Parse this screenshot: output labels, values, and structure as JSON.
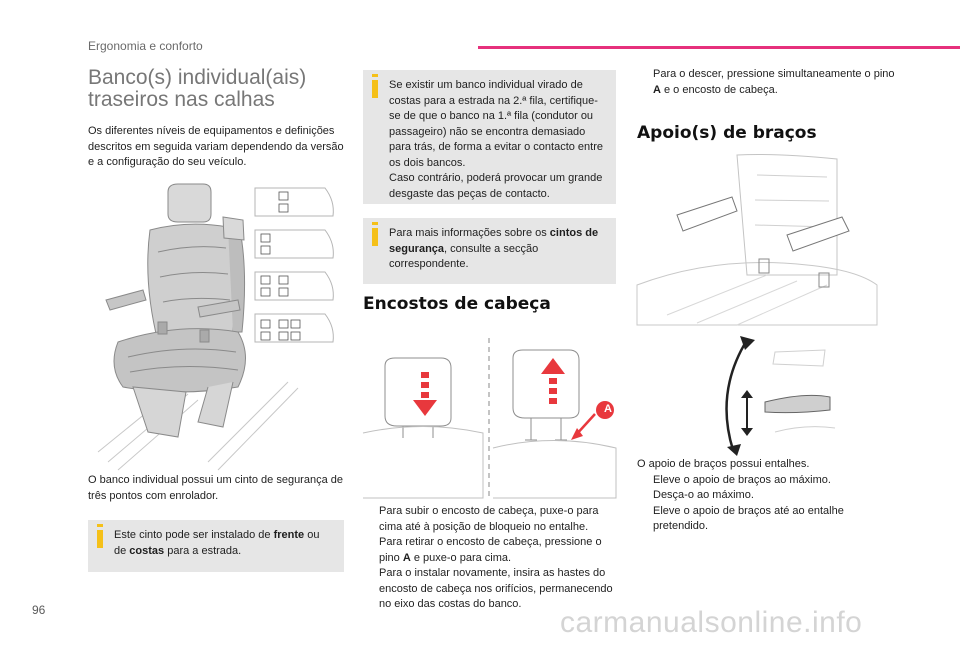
{
  "header": {
    "section": "Ergonomia e conforto",
    "page_number": "96"
  },
  "left": {
    "title_line1": "Banco(s) individual(ais)",
    "title_line2": "traseiros nas calhas",
    "intro": "Os diferentes níveis de equipamentos e definições descritos em seguida variam dependendo da versão e a configuração do seu veículo.",
    "belt_text": "O banco individual possui um cinto de segurança de três pontos com enrolador.",
    "note_prefix": "Este cinto pode ser instalado de ",
    "note_b1": "frente",
    "note_mid": " ou de ",
    "note_b2": "costas",
    "note_suffix": " para a estrada."
  },
  "middle": {
    "note1": "Se existir um banco individual virado de costas para a estrada na 2.ª fila, certifique-se de que o banco na 1.ª fila (condutor ou passageiro) não se encontra demasiado para trás, de forma a evitar o contacto entre os dois bancos.",
    "note1b": "Caso contrário, poderá provocar um grande desgaste das peças de contacto.",
    "note2_prefix": "Para mais informações sobre os ",
    "note2_bold": "cintos de segurança",
    "note2_suffix": ", consulte a secção correspondente.",
    "heading": "Encostos de cabeça",
    "label_A": "A",
    "bullet_marker": "",
    "b1": "Para subir o encosto de cabeça, puxe-o para cima até à posição de bloqueio no entalhe.",
    "b2_prefix": "Para retirar o encosto de cabeça, pressione o pino ",
    "b2_bold": "A",
    "b2_suffix": " e puxe-o para cima.",
    "b3": "Para o instalar novamente, insira as hastes do encosto de cabeça nos orifícios, permanecendo no eixo das costas do banco."
  },
  "right": {
    "b0_prefix": "Para o descer, pressione simultaneamente o pino ",
    "b0_bold": "A",
    "b0_suffix": " e o encosto de cabeça.",
    "heading": "Apoio(s) de braços",
    "intro": "O apoio de braços possui entalhes.",
    "b1": "Eleve o apoio de braços ao máximo.",
    "b2": "Desça-o ao máximo.",
    "b3": "Eleve o apoio de braços até ao entalhe pretendido."
  },
  "watermark": "carmanualsonline.info",
  "colors": {
    "accent_pink": "#e6317c",
    "note_bg": "#e6e6e6",
    "note_icon": "#f5c018",
    "arrow_red": "#e8383d"
  }
}
